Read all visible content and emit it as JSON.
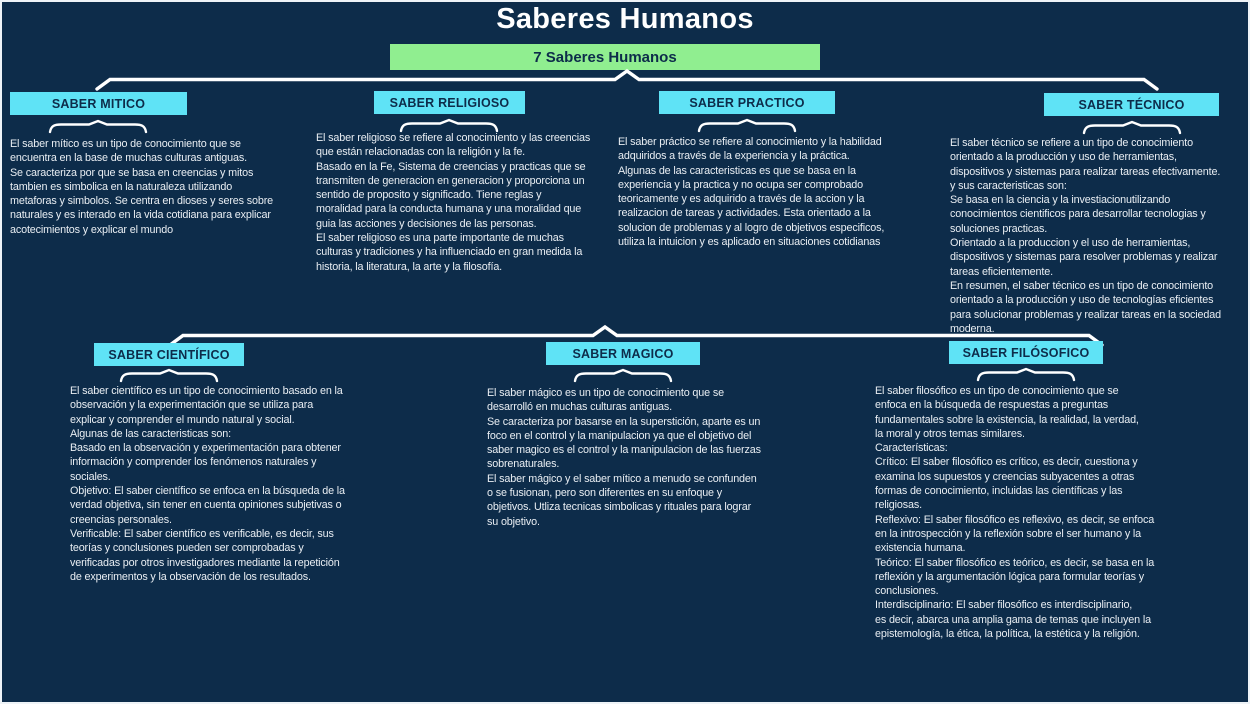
{
  "title": "Saberes Humanos",
  "root": {
    "label": "7 Saberes Humanos"
  },
  "colors": {
    "background": "#0d2c4a",
    "node_label_bg": "#5fe3f6",
    "root_bg": "#90ee90",
    "connector": "#ffffff",
    "body_text": "#e9eef3",
    "node_text": "#0d2c4a"
  },
  "branches": [
    {
      "label": "SABER MITICO",
      "description": "El saber mítico es un tipo de conocimiento que se\nencuentra en la base de muchas culturas antiguas.\nSe caracteriza por que se basa en creencias y mitos\ntambien es simbolica en la naturaleza utilizando\nmetaforas y simbolos. Se centra en dioses y seres sobre\nnaturales y es interado en la vida cotidiana para explicar\nacotecimientos y explicar el mundo"
    },
    {
      "label": "SABER RELIGIOSO",
      "description": "El saber religioso se refiere al conocimiento y las creencias\nque están relacionadas con la religión y la fe.\nBasado en la Fe, Sistema de creencias y practicas que se\ntransmiten de generacion en generacion y proporciona un\nsentido de proposito y significado. Tiene reglas y\nmoralidad para la conducta humana y una moralidad que\nguia las acciones y decisiones de las personas.\nEl saber religioso es una parte importante de muchas\nculturas y tradiciones y ha influenciado en gran medida la\nhistoria, la literatura, la arte y la filosofía."
    },
    {
      "label": "SABER PRACTICO",
      "description": "El saber práctico se refiere al conocimiento y la habilidad\nadquiridos a través de la experiencia y la práctica.\nAlgunas de las caracteristicas es que se basa en la\nexperiencia y la practica y no ocupa ser comprobado\nteoricamente y es adquirido a través de la accion y la\nrealizacion de tareas y actividades. Esta orientado a la\nsolucion de problemas y al logro de objetivos especificos,\nutiliza la intuicion y es aplicado en situaciones cotidianas"
    },
    {
      "label": "SABER TÉCNICO",
      "description": "El saber técnico se refiere a un tipo de conocimiento\norientado a la producción y uso de herramientas,\ndispositivos y sistemas para realizar tareas efectivamente.\ny sus caracteristicas son:\nSe basa en la ciencia y la investiacionutilizando\nconocimientos cientificos para desarrollar tecnologias y\nsoluciones practicas.\nOrientado a la produccion y el uso de herramientas,\ndispositivos y sistemas para resolver problemas y realizar\ntareas eficientemente.\nEn resumen, el saber técnico es un tipo de conocimiento\norientado a la producción y uso de tecnologías eficientes\npara solucionar problemas y realizar tareas en la sociedad\nmoderna."
    },
    {
      "label": "SABER CIENTÍFICO",
      "description": "El saber científico es un tipo de conocimiento basado en la\nobservación y la experimentación que se utiliza para\nexplicar y comprender el mundo natural y social.\nAlgunas de las caracteristicas son:\nBasado en la observación y experimentación para obtener\ninformación y comprender los fenómenos naturales y\nsociales.\nObjetivo: El saber científico se enfoca en la búsqueda de la\nverdad objetiva, sin tener en cuenta opiniones subjetivas o\ncreencias personales.\nVerificable: El saber científico es verificable, es decir, sus\nteorías y conclusiones pueden ser comprobadas y\nverificadas por otros investigadores mediante la repetición\nde experimentos y la observación de los resultados."
    },
    {
      "label": "SABER MAGICO",
      "description": "El saber mágico es un tipo de conocimiento que se\ndesarrolló en muchas culturas antiguas.\nSe caracteriza por basarse en la superstición, aparte es un\nfoco en el control y la manipulacion ya que el objetivo del\nsaber magico es el control y la manipulacion de las fuerzas\nsobrenaturales.\nEl saber mágico y el saber mítico a menudo se confunden\no se fusionan, pero son diferentes en su enfoque y\nobjetivos. Utliza tecnicas simbolicas y rituales para lograr\nsu objetivo."
    },
    {
      "label": "SABER FILÓSOFICO",
      "description": "El saber filosófico es un tipo de conocimiento que se\nenfoca en la búsqueda de respuestas a preguntas\nfundamentales sobre la existencia, la realidad, la verdad,\nla moral y otros temas similares.\nCaracterísticas:\nCrítico: El saber filosófico es crítico, es decir, cuestiona y\nexamina los supuestos y creencias subyacentes a otras\nformas de conocimiento, incluidas las científicas y las\nreligiosas.\nReflexivo: El saber filosófico es reflexivo, es decir, se enfoca\nen la introspección y la reflexión sobre el ser humano y la\nexistencia humana.\nTeórico: El saber filosófico es teórico, es decir, se basa en la\nreflexión y la argumentación lógica para formular teorías y\nconclusiones.\nInterdisciplinario: El saber filosófico es interdisciplinario,\nes decir, abarca una amplia gama de temas que incluyen la\nepistemología, la ética, la política, la estética y la religión."
    }
  ]
}
